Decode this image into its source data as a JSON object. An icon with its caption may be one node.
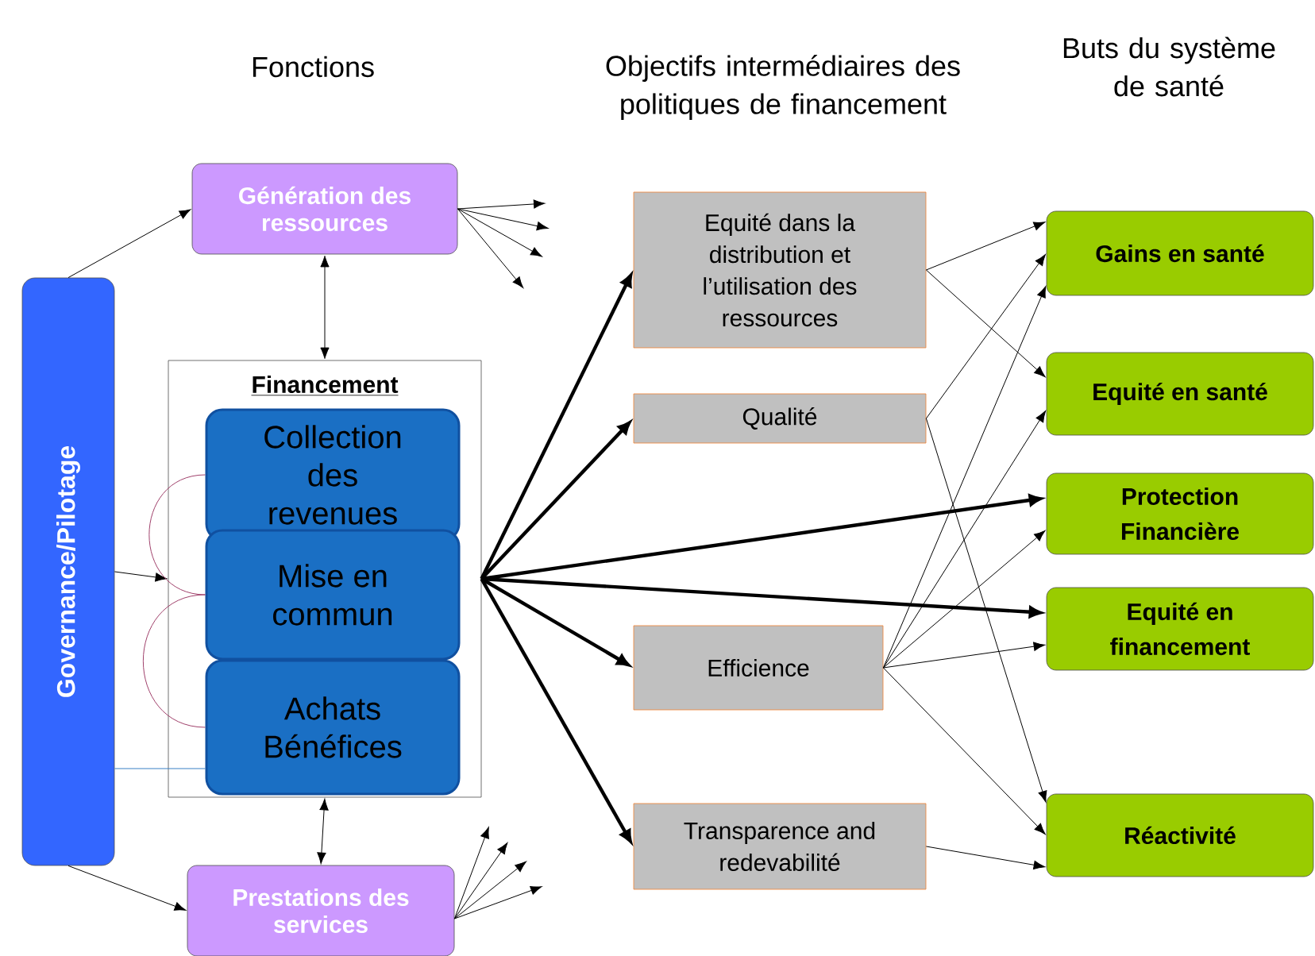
{
  "diagram": {
    "nodes": [
      {
        "text": [
          "Génération des ressources"
        ]
      },
      {
        "text": [
          "Governance/Pilotage"
        ]
      },
      {
        "text": [
          "Financement"
        ]
      },
      {
        "text": [
          "Collection des revenues"
        ],
        "in": 2
      },
      {
        "text": [
          "Mise en commun"
        ],
        "in": 2
      },
      {
        "text": [
          "Achats Bénéfices"
        ],
        "in": 2
      },
      {
        "text": [
          "Prestations des services"
        ]
      },
      {
        "text": [
          "Equité dans la distribution et l’utilisation des ressources"
        ]
      },
      {
        "text": [
          "Qualité"
        ]
      },
      {
        "text": [
          "Efficience"
        ]
      },
      {
        "text": [
          "Transparence and redevabilité"
        ]
      },
      {
        "text": [
          "Gains en santé"
        ]
      },
      {
        "text": [
          "Equité en santé"
        ]
      },
      {
        "text": [
          "Protection Financière"
        ]
      },
      {
        "text": [
          "Equité en financement"
        ]
      },
      {
        "text": [
          "Réactivité"
        ]
      }
    ],
    "edges": [
      {
        "from": 1,
        "to": 0,
        "arrow": "to"
      },
      {
        "from": 1,
        "to": 2,
        "arrow": "to"
      },
      {
        "from": 1,
        "to": 6,
        "arrow": "to"
      },
      {
        "from": 0,
        "to": 2,
        "arrow": "both"
      },
      {
        "from": 2,
        "to": 6,
        "arrow": "both"
      },
      {
        "from": 0,
        "to": null,
        "arrow": "to"
      },
      {
        "from": 0,
        "to": null,
        "arrow": "to"
      },
      {
        "from": 0,
        "to": null,
        "arrow": "to"
      },
      {
        "from": 0,
        "to": null,
        "arrow": "to"
      },
      {
        "from": 6,
        "to": null,
        "arrow": "to"
      },
      {
        "from": 6,
        "to": null,
        "arrow": "to"
      },
      {
        "from": 6,
        "to": null,
        "arrow": "to"
      },
      {
        "from": 6,
        "to": null,
        "arrow": "to"
      },
      {
        "from": 2,
        "to": 7,
        "arrow": "to",
        "style": "thick"
      },
      {
        "from": 2,
        "to": 8,
        "arrow": "to",
        "style": "thick"
      },
      {
        "from": 2,
        "to": 13,
        "arrow": "to",
        "style": "thick"
      },
      {
        "from": 2,
        "to": 14,
        "arrow": "to",
        "style": "thick"
      },
      {
        "from": 2,
        "to": 9,
        "arrow": "to",
        "style": "thick"
      },
      {
        "from": 2,
        "to": 10,
        "arrow": "to",
        "style": "thick"
      },
      {
        "from": 7,
        "to": 11,
        "arrow": "to"
      },
      {
        "from": 7,
        "to": 12,
        "arrow": "to"
      },
      {
        "from": 8,
        "to": 11,
        "arrow": "to"
      },
      {
        "from": 8,
        "to": 15,
        "arrow": "to"
      },
      {
        "from": 9,
        "to": 11,
        "arrow": "to"
      },
      {
        "from": 9,
        "to": 12,
        "arrow": "to"
      },
      {
        "from": 9,
        "to": 13,
        "arrow": "to"
      },
      {
        "from": 9,
        "to": 14,
        "arrow": "to"
      },
      {
        "from": 9,
        "to": 15,
        "arrow": "to"
      },
      {
        "from": 10,
        "to": 15,
        "arrow": "to"
      },
      {
        "from": 3,
        "to": 4,
        "arrow": "none",
        "color": "#a0406a"
      },
      {
        "from": 4,
        "to": 5,
        "arrow": "none",
        "color": "#a0406a"
      },
      {
        "from": 1,
        "to": 5,
        "arrow": "none",
        "color": "#3a7fc4"
      }
    ],
    "labels": [
      "Fonctions",
      "Objectifs intermédiaires des politiques de financement",
      "Buts du système de santé"
    ]
  }
}
